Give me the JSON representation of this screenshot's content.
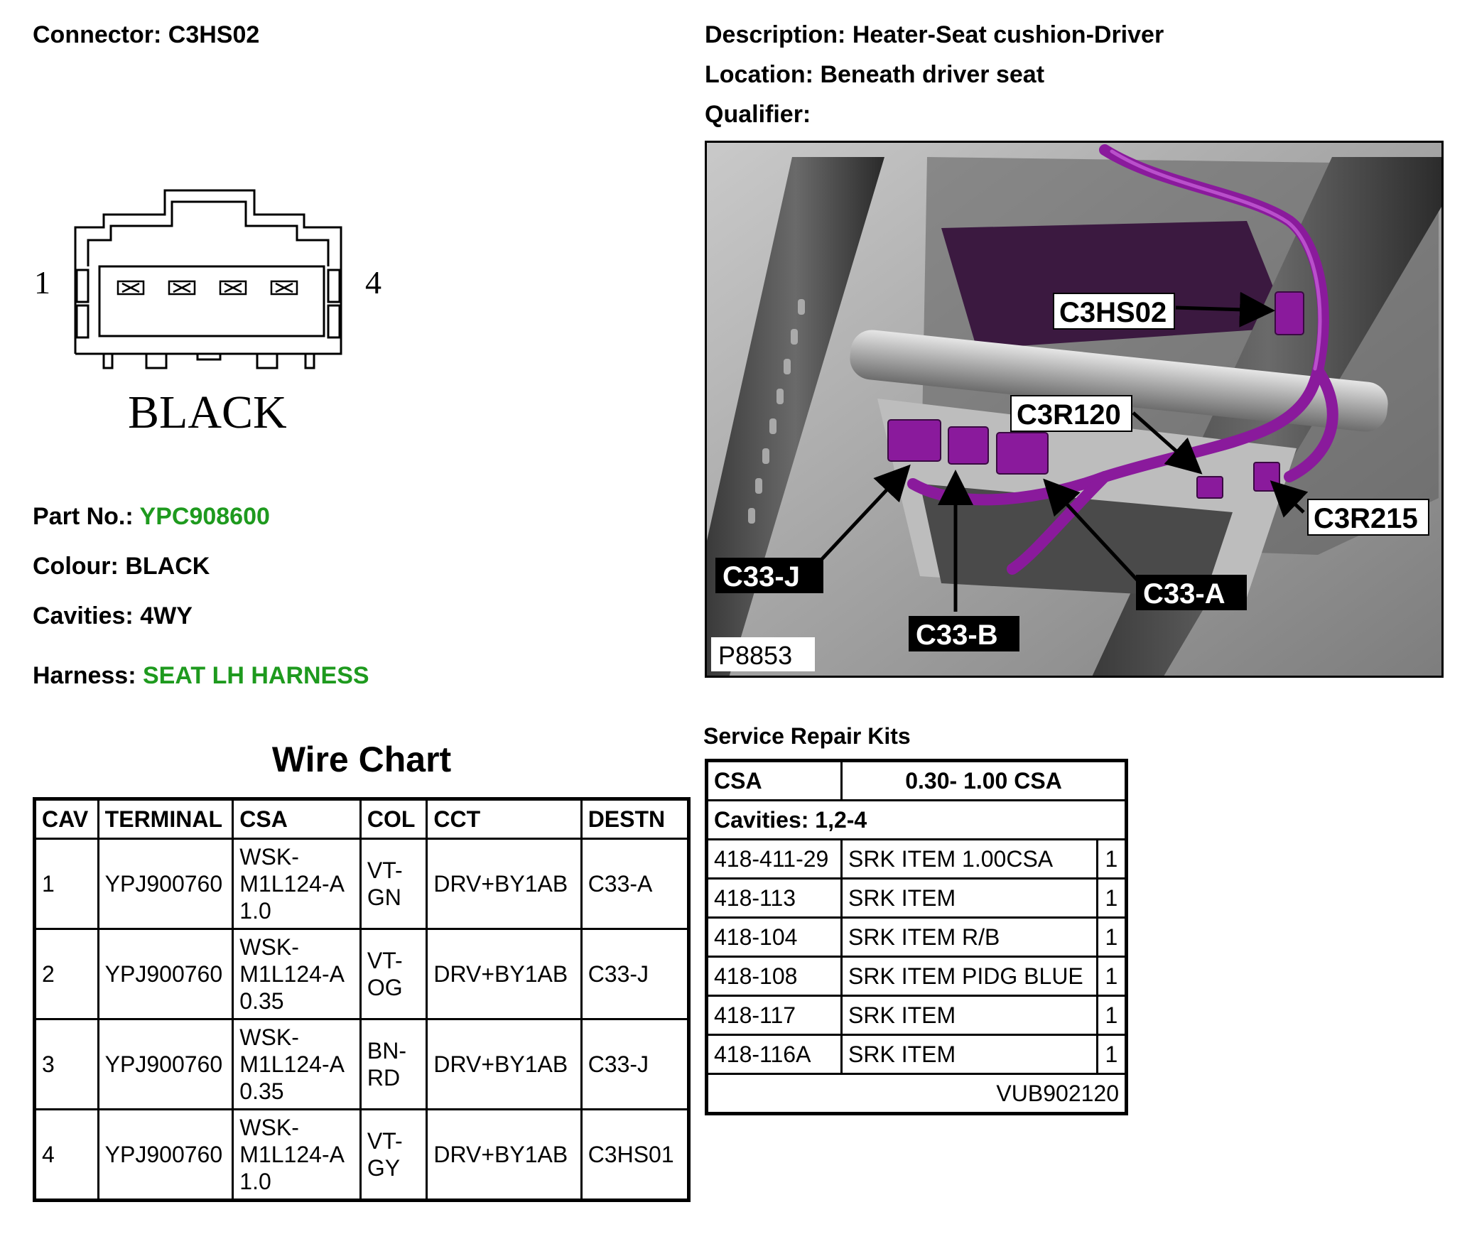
{
  "header": {
    "connector_label": "Connector:",
    "connector_value": "C3HS02",
    "description_label": "Description:",
    "description_value": "Heater-Seat cushion-Driver",
    "location_label": "Location:",
    "location_value": "Beneath driver seat",
    "qualifier_label": "Qualifier:"
  },
  "connector_diagram": {
    "pin_left": "1",
    "pin_right": "4",
    "colour_text": "BLACK"
  },
  "details": {
    "part_no_label": "Part No.:",
    "part_no_value": "YPC908600",
    "colour_label": "Colour:",
    "colour_value": "BLACK",
    "cavities_label": "Cavities:",
    "cavities_value": "4WY",
    "harness_label": "Harness:",
    "harness_value": "SEAT LH HARNESS"
  },
  "photo": {
    "callouts": [
      "C3HS02",
      "C3R120",
      "C3R215",
      "C33-J",
      "C33-B",
      "C33-A"
    ],
    "ref": "P8853"
  },
  "wire_chart": {
    "title": "Wire Chart",
    "headers": [
      "CAV",
      "TERMINAL",
      "CSA",
      "COL",
      "CCT",
      "DESTN"
    ],
    "rows": [
      {
        "cav": "1",
        "terminal": "YPJ900760",
        "csa1": "WSK-",
        "csa2": "M1L124-A",
        "csa3": "1.0",
        "col1": "VT-",
        "col2": "GN",
        "cct": "DRV+BY1AB",
        "destn": "C33-A"
      },
      {
        "cav": "2",
        "terminal": "YPJ900760",
        "csa1": "WSK-",
        "csa2": "M1L124-A",
        "csa3": "0.35",
        "col1": "VT-",
        "col2": "OG",
        "cct": "DRV+BY1AB",
        "destn": "C33-J"
      },
      {
        "cav": "3",
        "terminal": "YPJ900760",
        "csa1": "WSK-",
        "csa2": "M1L124-A",
        "csa3": "0.35",
        "col1": "BN-",
        "col2": "RD",
        "cct": "DRV+BY1AB",
        "destn": "C33-J"
      },
      {
        "cav": "4",
        "terminal": "YPJ900760",
        "csa1": "WSK-",
        "csa2": "M1L124-A",
        "csa3": "1.0",
        "col1": "VT-",
        "col2": "GY",
        "cct": "DRV+BY1AB",
        "destn": "C3HS01"
      }
    ]
  },
  "service_kits": {
    "title": "Service Repair Kits",
    "csa_label": "CSA",
    "csa_value": "0.30- 1.00 CSA",
    "cavities": "Cavities: 1,2-4",
    "items": [
      {
        "code": "418-411-29",
        "name": "SRK ITEM 1.00CSA",
        "qty": "1"
      },
      {
        "code": "418-113",
        "name": "SRK ITEM",
        "qty": "1"
      },
      {
        "code": "418-104",
        "name": "SRK ITEM R/B",
        "qty": "1"
      },
      {
        "code": "418-108",
        "name": "SRK ITEM PIDG BLUE",
        "qty": "1"
      },
      {
        "code": "418-117",
        "name": "SRK ITEM",
        "qty": "1"
      },
      {
        "code": "418-116A",
        "name": "SRK ITEM",
        "qty": "1"
      }
    ],
    "footer": "VUB902120"
  }
}
